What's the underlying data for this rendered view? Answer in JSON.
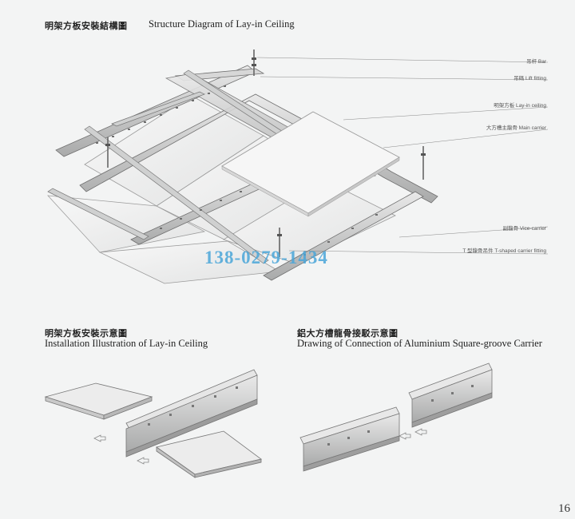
{
  "header": {
    "title_cn": "明架方板安裝結構圖",
    "title_en": "Structure Diagram of  Lay-in Ceiling"
  },
  "labels": {
    "bar": "吊杆  Bar",
    "lift_fitting": "吊碼  Lift fitting",
    "lay_in_ceiling": "明架方板  Lay-in ceiling",
    "main_carrier": "大方槽主龍骨  Main carrier",
    "vice_carrier": "副龍骨  Vice-carrier",
    "t_fitting": "T 型龍骨吊件  T-shaped carrier fitting"
  },
  "watermark_phone": "138-0279-1434",
  "installation": {
    "title_cn": "明架方板安裝示意圖",
    "title_en": "Installation Illustration of Lay-in Ceiling"
  },
  "connection": {
    "title_cn": "鋁大方槽龍骨接駁示意圖",
    "title_en": "Drawing of Connection of Aluminium Square-groove Carrier"
  },
  "page_number": "16"
}
